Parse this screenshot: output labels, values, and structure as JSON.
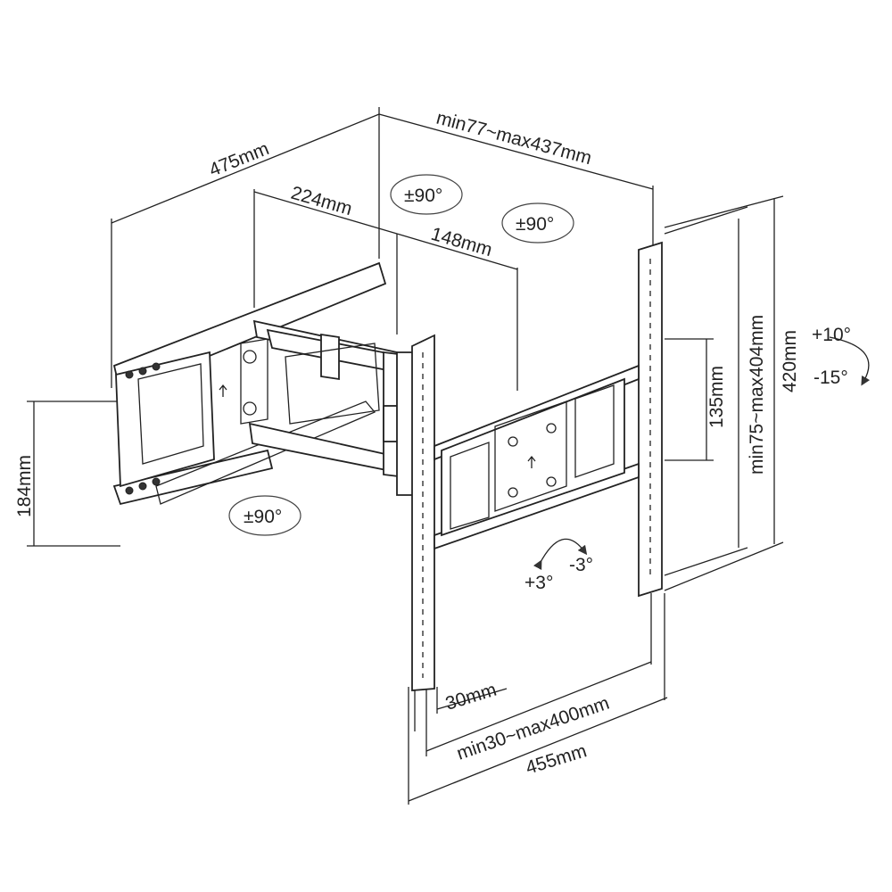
{
  "dimensions": {
    "arm_depth": "475mm",
    "arm_segment_1": "224mm",
    "arm_segment_2": "148mm",
    "wall_distance": "min77~max437mm",
    "wall_plate_height": "184mm",
    "vesa_vertical_small": "135mm",
    "vesa_vertical": "min75~max404mm",
    "bracket_height": "420mm",
    "rail_width": "30mm",
    "vesa_horizontal": "min30~max400mm",
    "bracket_width": "455mm"
  },
  "rotations": {
    "swivel_top_left": "±90°",
    "swivel_top_right": "±90°",
    "swivel_bottom": "±90°",
    "tilt_up": "+10°",
    "tilt_down": "-15°",
    "level_plus": "+3°",
    "level_minus": "-3°"
  }
}
